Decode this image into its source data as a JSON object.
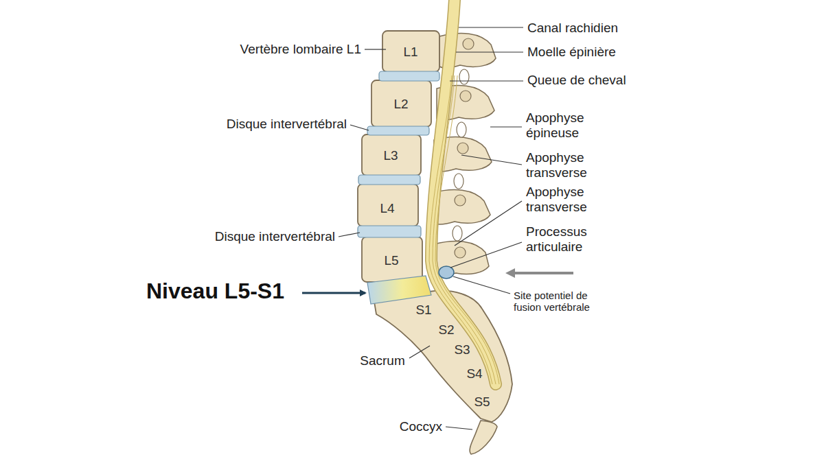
{
  "diagram": {
    "labels": [
      "Vertèbre lombaire L1",
      "L1",
      "Canal rachidien",
      "Moelle épinière",
      "Queue de cheval",
      "L2",
      "Disque intervertébral",
      "Apophyse épineuse",
      "L3",
      "Apophyse transverse",
      "Apophyse transverse",
      "L4",
      "Disque intervertébral",
      "Processus articulaire",
      "L5",
      "Niveau L5-S1",
      "Site potentiel de fusion vertébrale",
      "S1",
      "S2",
      "S3",
      "Sacrum",
      "S4",
      "S5",
      "Coccyx"
    ]
  }
}
